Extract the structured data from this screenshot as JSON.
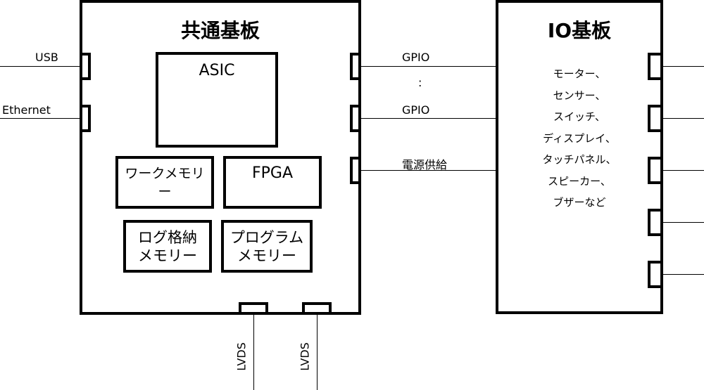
{
  "common_board": {
    "title": "共通基板",
    "asic": "ASIC",
    "work_memory": "ワークメモリー",
    "fpga": "FPGA",
    "log_memory": [
      "ログ格納",
      "メモリー"
    ],
    "program_memory": [
      "プログラム",
      "メモリー"
    ]
  },
  "left_ports": [
    "USB",
    "Ethernet"
  ],
  "middle_signals": {
    "gpio1": "GPIO",
    "ellipsis": ":",
    "gpio2": "GPIO",
    "power": "電源供給"
  },
  "bottom_ports": [
    "LVDS",
    "LVDS"
  ],
  "io_board": {
    "title": "IO基板",
    "devices": [
      "モーター、",
      "センサー、",
      "スイッチ、",
      "ディスプレイ、",
      "タッチパネル、",
      "スピーカー、",
      "ブザーなど"
    ]
  }
}
